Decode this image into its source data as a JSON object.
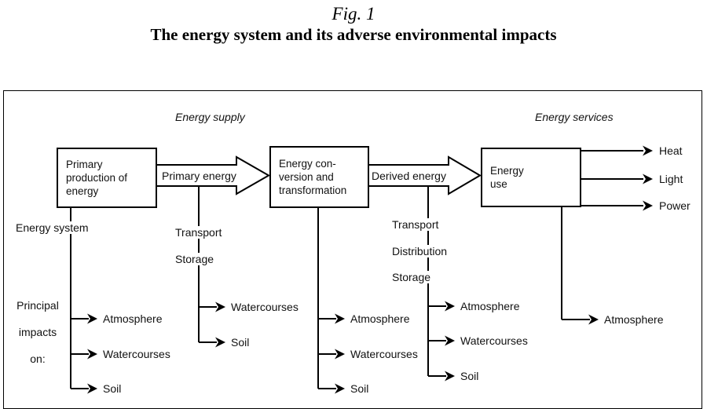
{
  "title": "Fig. 1",
  "subtitle": "The energy system and its adverse environmental impacts",
  "section_labels": {
    "supply": "Energy supply",
    "services": "Energy services"
  },
  "boxes": {
    "primary": "Primary\nproduction of\nenergy",
    "conversion": "Energy con-\nversion and\ntransformation",
    "use": "Energy\nuse"
  },
  "flows": {
    "primary_energy": "Primary energy",
    "derived_energy": "Derived energy"
  },
  "outputs": [
    "Heat",
    "Light",
    "Power"
  ],
  "left_labels": {
    "energy_system": "Energy system",
    "principal_impacts": "Principal\nimpacts\non:"
  },
  "chains": {
    "production": {
      "impacts": [
        "Atmosphere",
        "Watercourses",
        "Soil"
      ]
    },
    "primary_transport": {
      "stages": [
        "Transport",
        "Storage"
      ],
      "impacts": [
        "Watercourses",
        "Soil"
      ]
    },
    "conversion": {
      "impacts": [
        "Atmosphere",
        "Watercourses",
        "Soil"
      ]
    },
    "derived_transport": {
      "stages": [
        "Transport",
        "Distribution",
        "Storage"
      ],
      "impacts": [
        "Atmosphere",
        "Watercourses",
        "Soil"
      ]
    },
    "use": {
      "impacts": [
        "Atmosphere"
      ]
    }
  }
}
